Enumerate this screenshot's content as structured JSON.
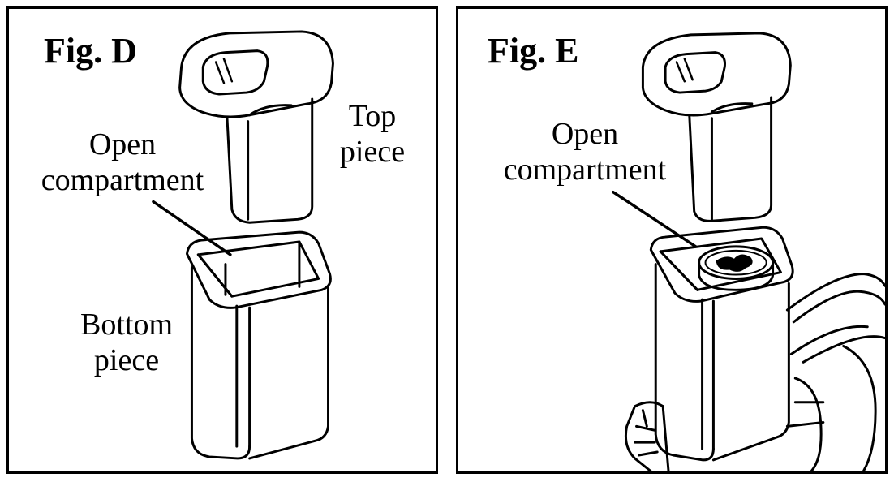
{
  "fig_d": {
    "title": "Fig. D",
    "open_label": [
      "Open",
      "compartment"
    ],
    "top_label": [
      "Top",
      "piece"
    ],
    "bottom_label": [
      "Bottom",
      "piece"
    ]
  },
  "fig_e": {
    "title": "Fig. E",
    "open_label": [
      "Open",
      "compartment"
    ]
  }
}
